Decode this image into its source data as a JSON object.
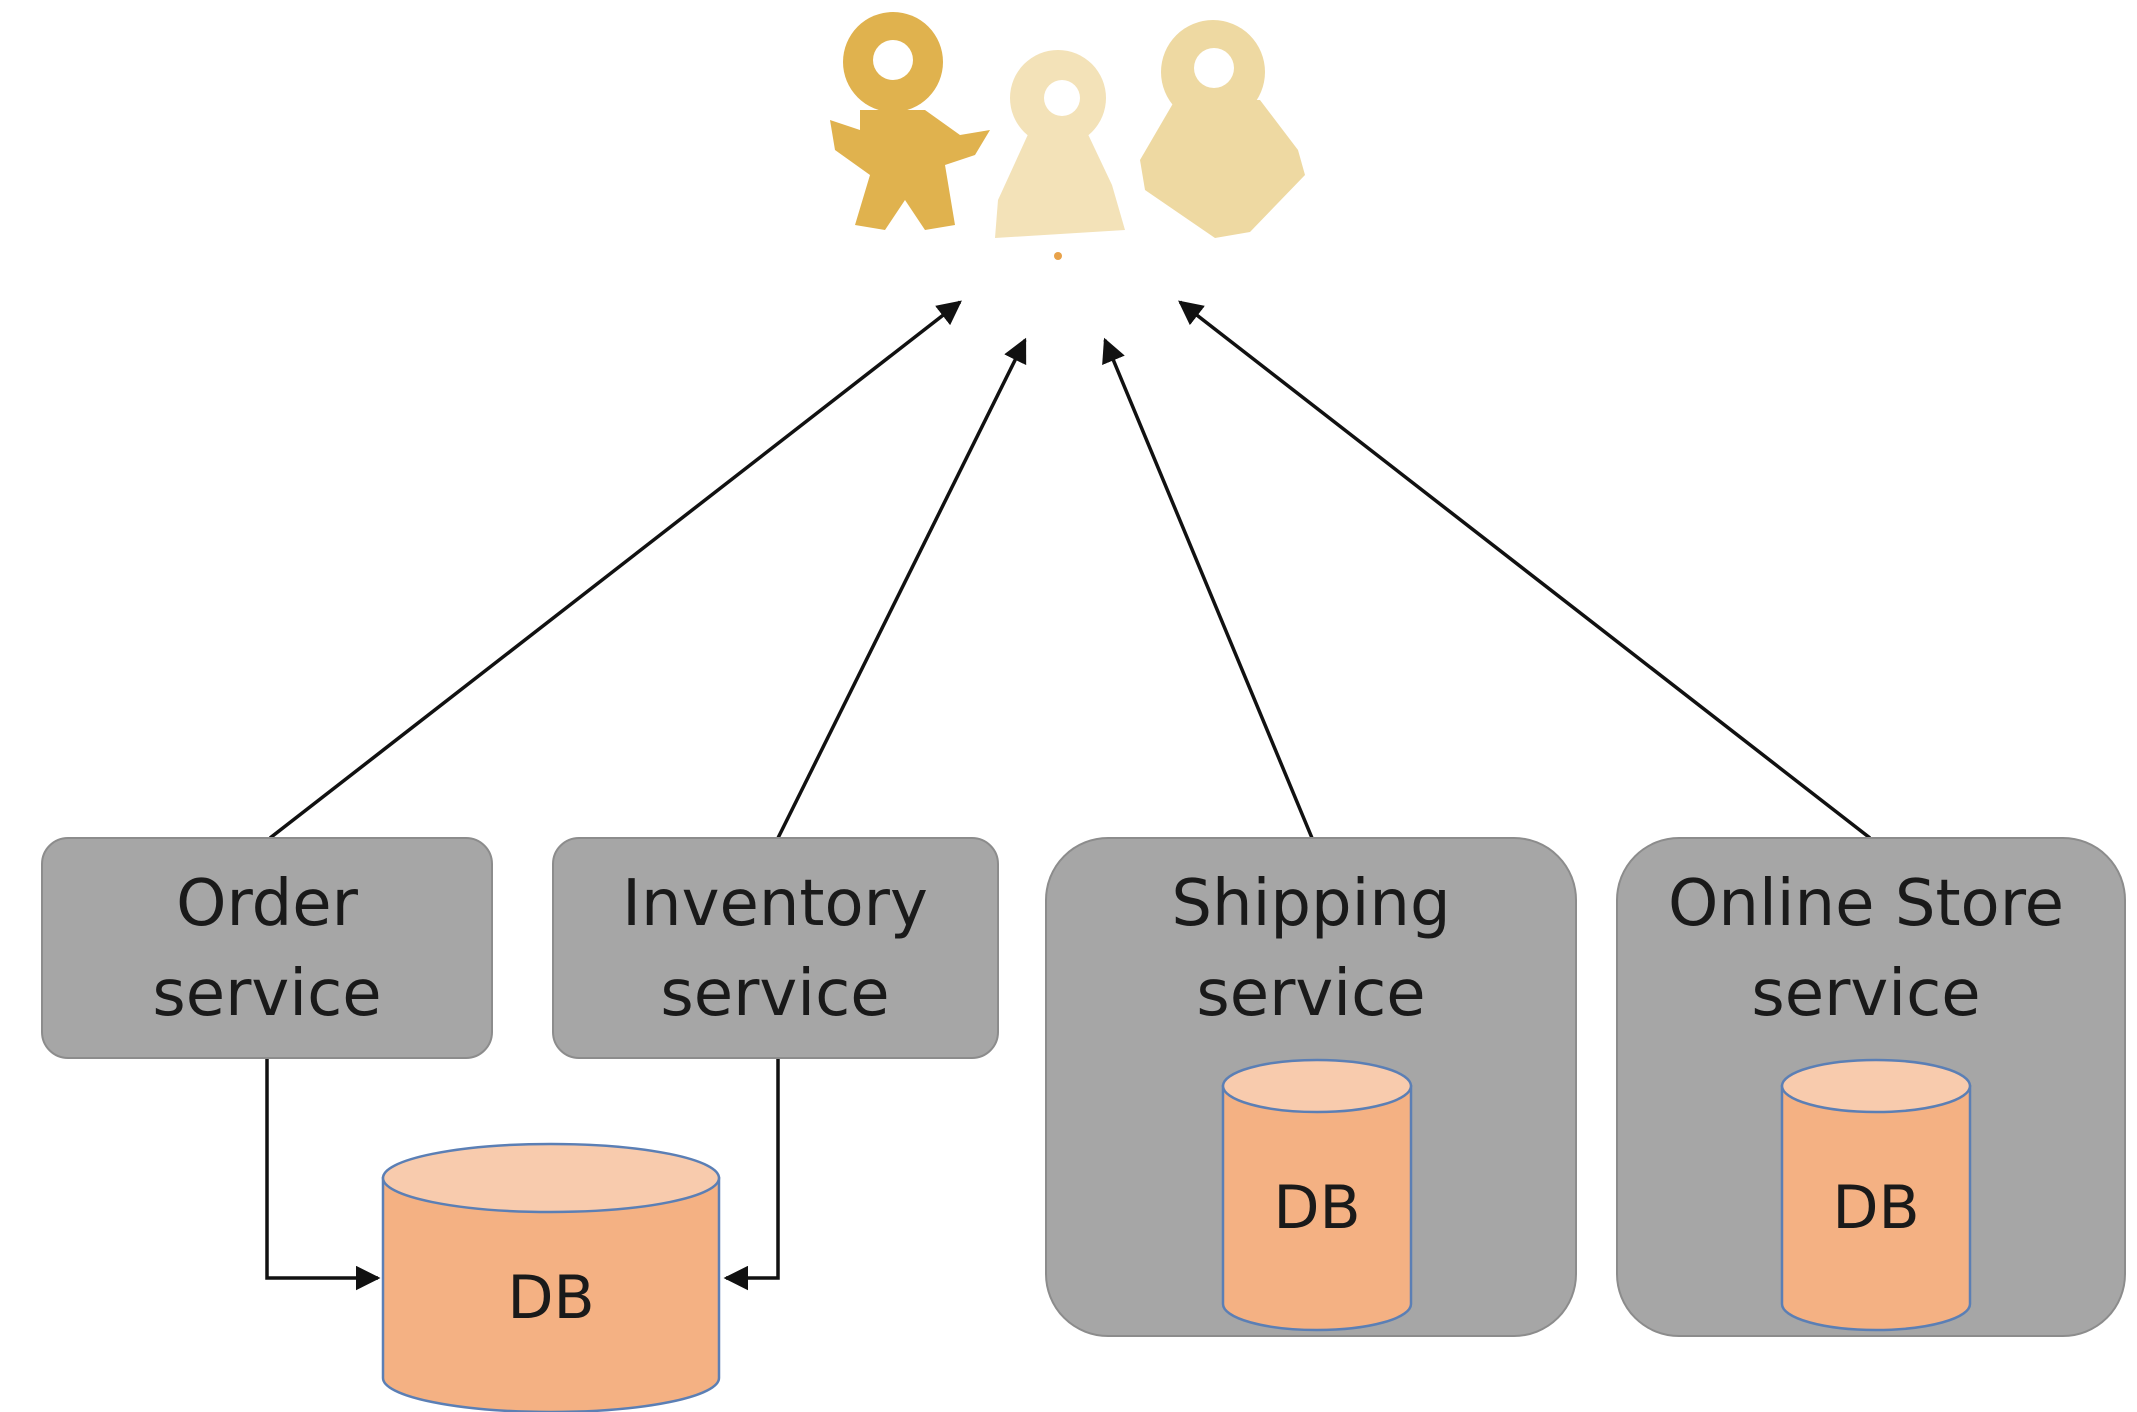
{
  "colors": {
    "background": "#ffffff",
    "service_box": "#a6a6a6",
    "service_border": "#8c8c8c",
    "db_body": "#f4b183",
    "db_top": "#f8cbad",
    "db_outline": "#5b7fb5",
    "arrow": "#111111",
    "user_dark": "#e0b24e",
    "user_light": "#f3e2b8",
    "user_mid": "#eed9a2"
  },
  "users_icon": "users-group-icon",
  "services": [
    {
      "id": "order",
      "line1": "Order",
      "line2": "service"
    },
    {
      "id": "inventory",
      "line1": "Inventory",
      "line2": "service"
    },
    {
      "id": "shipping",
      "line1": "Shipping",
      "line2": "service"
    },
    {
      "id": "online-store",
      "line1": "Online Store",
      "line2": "service"
    }
  ],
  "databases": {
    "shared": "DB",
    "shipping": "DB",
    "online_store": "DB"
  }
}
